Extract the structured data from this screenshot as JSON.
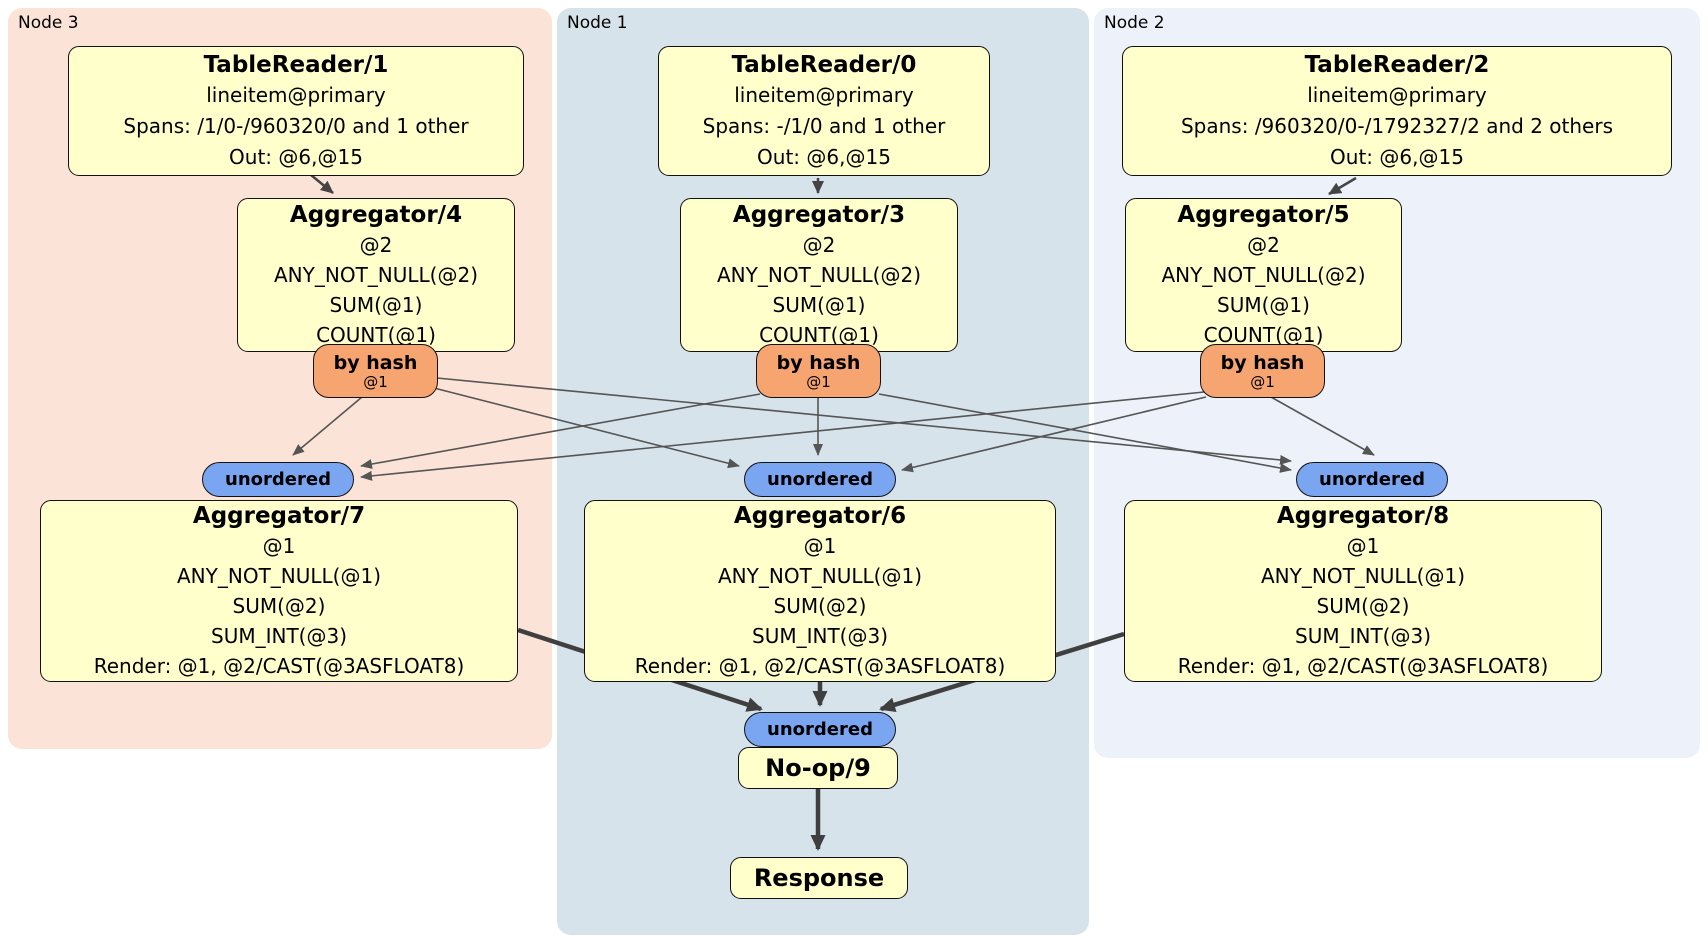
{
  "groups": [
    {
      "label": "Node 3"
    },
    {
      "label": "Node 1"
    },
    {
      "label": "Node 2"
    }
  ],
  "processors": {
    "tablereader1": {
      "title": "TableReader/1",
      "table": "lineitem@primary",
      "spans": "Spans: /1/0-/960320/0 and 1 other",
      "out": "Out: @6,@15"
    },
    "tablereader0": {
      "title": "TableReader/0",
      "table": "lineitem@primary",
      "spans": "Spans: -/1/0 and 1 other",
      "out": "Out: @6,@15"
    },
    "tablereader2": {
      "title": "TableReader/2",
      "table": "lineitem@primary",
      "spans": "Spans: /960320/0-/1792327/2 and 2 others",
      "out": "Out: @6,@15"
    },
    "aggregator4": {
      "title": "Aggregator/4",
      "lines": [
        "@2",
        "ANY_NOT_NULL(@2)",
        "SUM(@1)",
        "COUNT(@1)"
      ]
    },
    "aggregator3": {
      "title": "Aggregator/3",
      "lines": [
        "@2",
        "ANY_NOT_NULL(@2)",
        "SUM(@1)",
        "COUNT(@1)"
      ]
    },
    "aggregator5": {
      "title": "Aggregator/5",
      "lines": [
        "@2",
        "ANY_NOT_NULL(@2)",
        "SUM(@1)",
        "COUNT(@1)"
      ]
    },
    "aggregator7": {
      "title": "Aggregator/7",
      "lines": [
        "@1",
        "ANY_NOT_NULL(@1)",
        "SUM(@2)",
        "SUM_INT(@3)",
        "Render: @1, @2/CAST(@3ASFLOAT8)"
      ]
    },
    "aggregator6": {
      "title": "Aggregator/6",
      "lines": [
        "@1",
        "ANY_NOT_NULL(@1)",
        "SUM(@2)",
        "SUM_INT(@3)",
        "Render: @1, @2/CAST(@3ASFLOAT8)"
      ]
    },
    "aggregator8": {
      "title": "Aggregator/8",
      "lines": [
        "@1",
        "ANY_NOT_NULL(@1)",
        "SUM(@2)",
        "SUM_INT(@3)",
        "Render: @1, @2/CAST(@3ASFLOAT8)"
      ]
    },
    "noop9": {
      "title": "No-op/9"
    },
    "response": {
      "title": "Response"
    }
  },
  "routers": [
    {
      "label": "by hash",
      "detail": "@1"
    },
    {
      "label": "by hash",
      "detail": "@1"
    },
    {
      "label": "by hash",
      "detail": "@1"
    }
  ],
  "syncs": [
    {
      "label": "unordered"
    },
    {
      "label": "unordered"
    },
    {
      "label": "unordered"
    },
    {
      "label": "unordered"
    }
  ],
  "colors": {
    "node3_bg": "#fce3d7",
    "node1_bg": "#d7e3eb",
    "node2_bg": "#edf2fa",
    "processor_bg": "#ffffcc",
    "router_bg": "#f6a470",
    "sync_bg": "#7aa5f0",
    "edge_thin": "#555555",
    "edge_thick": "#3f3f3f"
  }
}
